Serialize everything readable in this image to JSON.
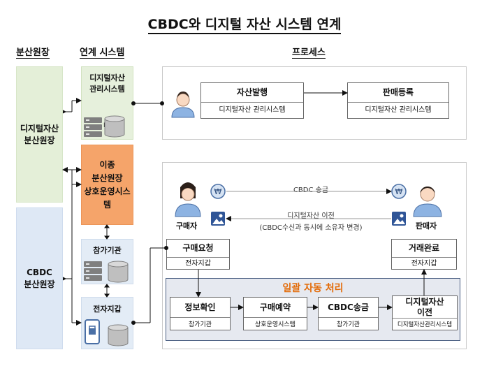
{
  "title": "CBDC와 디지털 자산 시스템 연계",
  "headers": {
    "ledger": "분산원장",
    "system": "연계 시스템",
    "process": "프로세스"
  },
  "ledgers": {
    "digital_asset": [
      "디지털자산",
      "분산원장"
    ],
    "cbdc": [
      "CBDC",
      "분산원장"
    ]
  },
  "systems": {
    "asset_mgmt": [
      "디지털자산",
      "관리시스템"
    ],
    "interop": [
      "이종",
      "분산원장",
      "상호운영시스템"
    ],
    "participant": "참가기관",
    "wallet": "전자지갑",
    "db_label": "DB"
  },
  "issuance": {
    "issue": {
      "title": "자산발행",
      "sub": "디지털자산 관리시스템"
    },
    "register": {
      "title": "판매등록",
      "sub": "디지털자산 관리시스템"
    }
  },
  "trade": {
    "buyer": "구매자",
    "seller": "판매자",
    "cbdc_transfer": "CBDC 송금",
    "asset_transfer": "디지털자산 이전",
    "asset_transfer_note": "(CBDC수신과 동시에 소유자 변경)",
    "won_symbol": "₩",
    "request": {
      "title": "구매요청",
      "sub": "전자지갑"
    },
    "complete": {
      "title": "거래완료",
      "sub": "전자지갑"
    }
  },
  "auto": {
    "title": "일괄 자동 처리",
    "steps": [
      {
        "title": "정보확인",
        "sub": "참가기관"
      },
      {
        "title": "구매예약",
        "sub": "상호운영시스템"
      },
      {
        "title": "CBDC송금",
        "sub": "참가기관"
      },
      {
        "title": "디지털자산 이전",
        "title_lines": [
          "디지털자산",
          "이전"
        ],
        "sub": "디지털자산관리시스템"
      }
    ]
  },
  "colors": {
    "orange_system": "#f5a46a",
    "auto_title": "#e36c0a",
    "auto_border": "#4a5e82"
  }
}
